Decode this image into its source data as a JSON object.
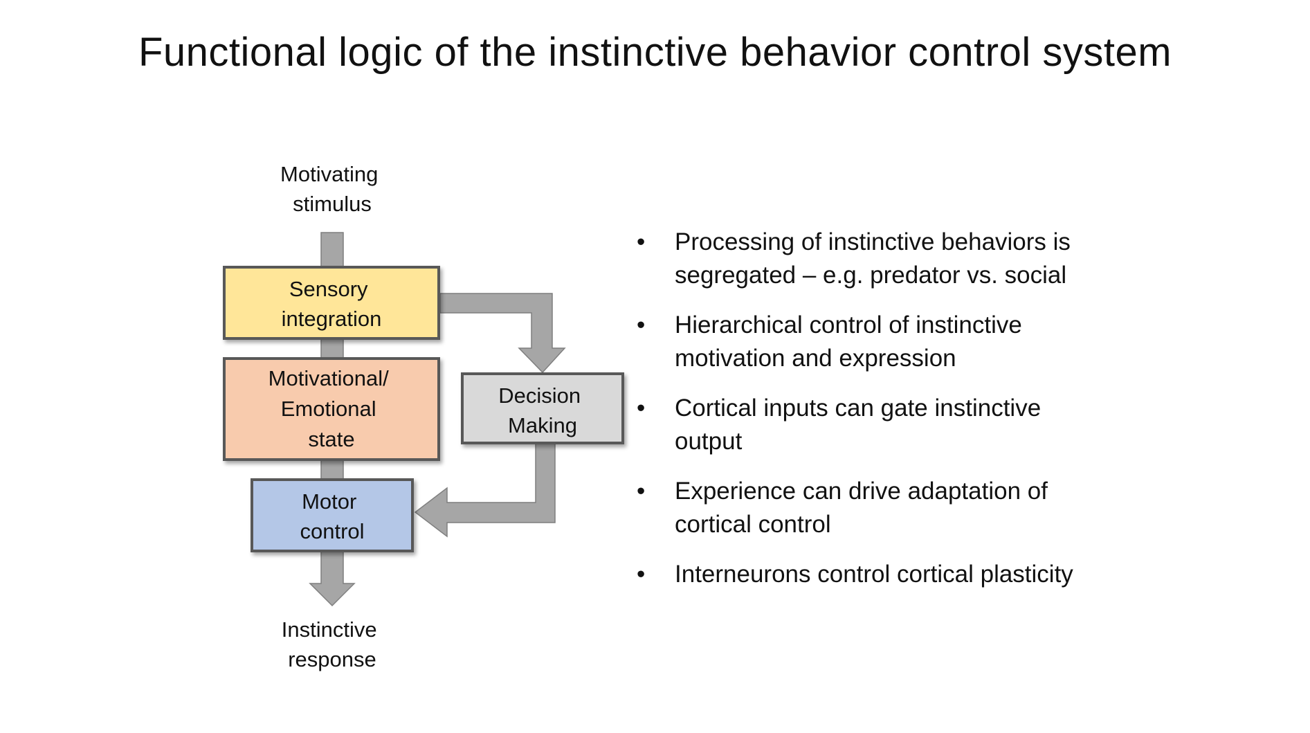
{
  "slide": {
    "title": "Functional logic of the instinctive behavior control system"
  },
  "diagram": {
    "input_label": [
      "Motivating",
      "stimulus"
    ],
    "output_label": [
      "Instinctive",
      "response"
    ],
    "boxes": {
      "sensory": {
        "lines": [
          "Sensory",
          "integration"
        ],
        "fill": "#FFE699"
      },
      "motivational": {
        "lines": [
          "Motivational/",
          "Emotional",
          "state"
        ],
        "fill": "#F8CBAD"
      },
      "motor": {
        "lines": [
          "Motor",
          "control"
        ],
        "fill": "#B4C7E7"
      },
      "decision": {
        "lines": [
          "Decision",
          "Making"
        ],
        "fill": "#D9D9D9"
      }
    },
    "colors": {
      "arrow": "#A6A6A6",
      "arrow_outline": "#7F7F7F",
      "box_border": "#595959"
    }
  },
  "bullets": [
    {
      "marker": "•",
      "lines": [
        "Processing of instinctive behaviors is",
        "segregated – e.g. predator vs. social"
      ]
    },
    {
      "marker": "•",
      "lines": [
        "Hierarchical control of instinctive",
        "motivation and expression"
      ]
    },
    {
      "marker": "•",
      "lines": [
        "Cortical inputs can gate instinctive",
        "output"
      ]
    },
    {
      "marker": "•",
      "lines": [
        "Experience can drive adaptation of",
        "cortical control"
      ]
    },
    {
      "marker": "•",
      "lines": [
        "Interneurons control cortical plasticity"
      ]
    }
  ]
}
